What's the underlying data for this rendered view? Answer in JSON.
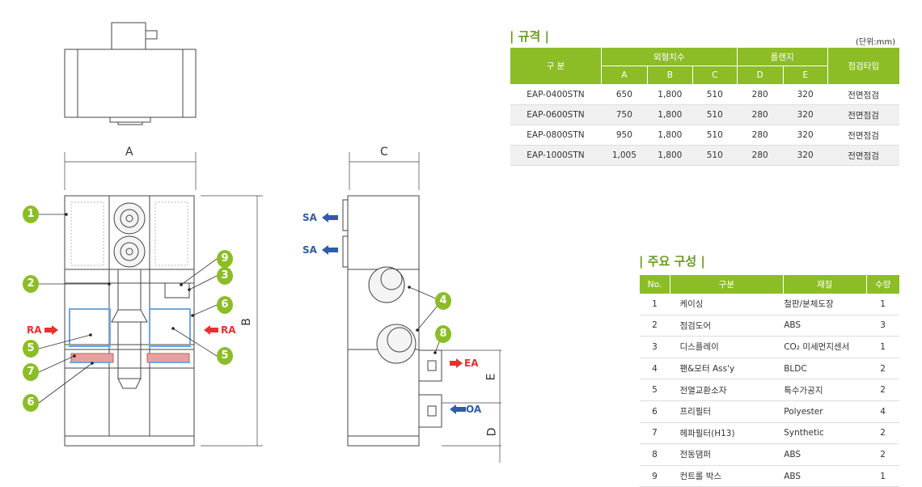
{
  "spec": {
    "title": "| 규격 |",
    "unit": "(단위:mm)",
    "headers": {
      "category": "구 분",
      "outer": "외형치수",
      "flange": "플랜지",
      "inspection": "점검타입"
    },
    "subheaders": [
      "A",
      "B",
      "C",
      "D",
      "E"
    ],
    "rows": [
      [
        "EAP-0400STN",
        "650",
        "1,800",
        "510",
        "280",
        "320",
        "전면점검"
      ],
      [
        "EAP-0600STN",
        "750",
        "1,800",
        "510",
        "280",
        "320",
        "전면점검"
      ],
      [
        "EAP-0800STN",
        "950",
        "1,800",
        "510",
        "280",
        "320",
        "전면점검"
      ],
      [
        "EAP-1000STN",
        "1,005",
        "1,800",
        "510",
        "280",
        "320",
        "전면점검"
      ]
    ]
  },
  "parts": {
    "title": "| 주요 구성 |",
    "headers": [
      "No.",
      "구분",
      "재질",
      "수량"
    ],
    "rows": [
      [
        "1",
        "케이싱",
        "철판/분체도장",
        "1"
      ],
      [
        "2",
        "점검도어",
        "ABS",
        "3"
      ],
      [
        "3",
        "디스플레이",
        "CO₂ 미세먼지센서",
        "1"
      ],
      [
        "4",
        "팬&모터 Ass'y",
        "BLDC",
        "2"
      ],
      [
        "5",
        "전열교환소자",
        "특수가공지",
        "2"
      ],
      [
        "6",
        "프리필터",
        "Polyester",
        "4"
      ],
      [
        "7",
        "헤파필터(H13)",
        "Synthetic",
        "2"
      ],
      [
        "8",
        "전동댐퍼",
        "ABS",
        "2"
      ],
      [
        "9",
        "컨트롤 박스",
        "ABS",
        "1"
      ]
    ]
  },
  "drawing": {
    "dims": {
      "a": "A",
      "b": "B",
      "c": "C",
      "d": "D",
      "e": "E"
    },
    "flows": {
      "sa1": "SA",
      "sa2": "SA",
      "ra_left": "RA",
      "ra_right": "RA",
      "ea": "EA",
      "oa": "OA"
    },
    "callouts": {
      "c1": "1",
      "c2": "2",
      "c3": "3",
      "c4": "4",
      "c5a": "5",
      "c5b": "5",
      "c6a": "6",
      "c6b": "6",
      "c7": "7",
      "c8": "8",
      "c9": "9"
    }
  },
  "colors": {
    "accent_green": "#8cbd27",
    "title_green": "#6a9a1f",
    "arrow_red": "#e8302f",
    "arrow_blue": "#2f5ca8",
    "filter_pink": "#e8a0a0",
    "frame_blue": "#6fa8dc"
  }
}
